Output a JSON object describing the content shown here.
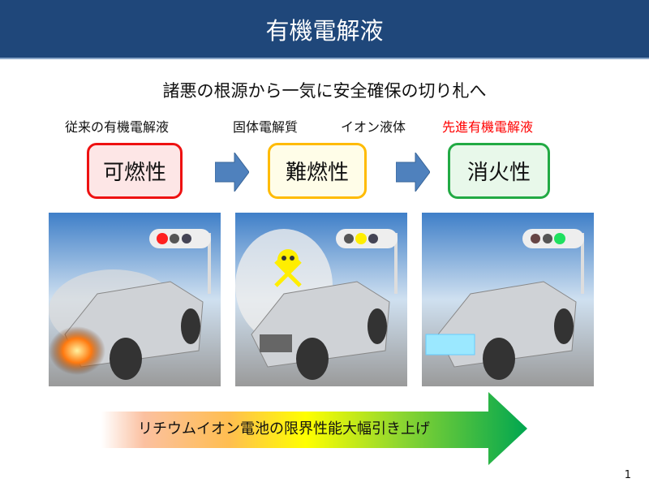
{
  "title": "有機電解液",
  "subtitle": "諸悪の根源から一気に安全確保の切り札へ",
  "labels": {
    "conventional": "従来の有機電解液",
    "solid": "固体電解質",
    "ionic": "イオン液体",
    "advanced": "先進有機電解液"
  },
  "boxes": [
    {
      "text": "可燃性",
      "border": "#ee1111",
      "fill": "#fde6e6"
    },
    {
      "text": "難燃性",
      "border": "#ffbb00",
      "fill": "#fffde8"
    },
    {
      "text": "消火性",
      "border": "#22aa44",
      "fill": "#e8f8ea"
    }
  ],
  "arrow_text": "リチウムイオン電池の限界性能大幅引き上げ",
  "page_number": "1",
  "colors": {
    "title_bg": "#1f477a",
    "accent_red": "#ff0000",
    "flow_arrow": "#4f81bd"
  }
}
